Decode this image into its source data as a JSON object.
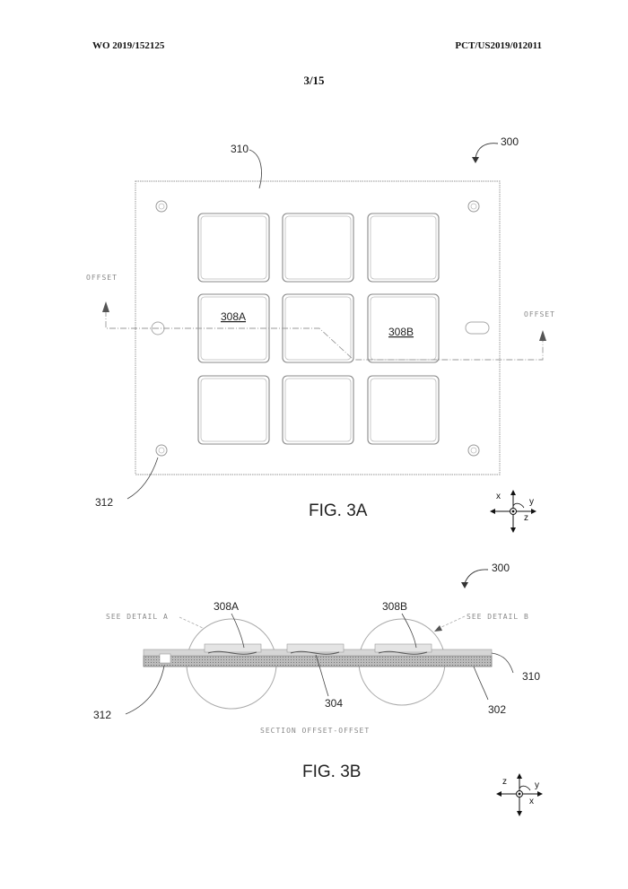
{
  "header": {
    "left": "WO 2019/152125",
    "right": "PCT/US2019/012011",
    "page": "3/15"
  },
  "fig3a": {
    "ref_main": "300",
    "ref_plate": "310",
    "ref_hole": "312",
    "cell_a": "308A",
    "cell_b": "308B",
    "offset_left": "OFFSET",
    "offset_right": "OFFSET",
    "caption": "FIG. 3A",
    "axes": {
      "a": "x",
      "b": "y",
      "c": "z"
    }
  },
  "fig3b": {
    "ref_main": "300",
    "cell_a": "308A",
    "cell_b": "308B",
    "detail_a": "SEE DETAIL A",
    "detail_b": "SEE DETAIL B",
    "ref_310": "310",
    "ref_312": "312",
    "ref_304": "304",
    "ref_302": "302",
    "section": "SECTION OFFSET-OFFSET",
    "caption": "FIG. 3B",
    "axes": {
      "a": "z",
      "b": "y",
      "c": "x"
    }
  }
}
